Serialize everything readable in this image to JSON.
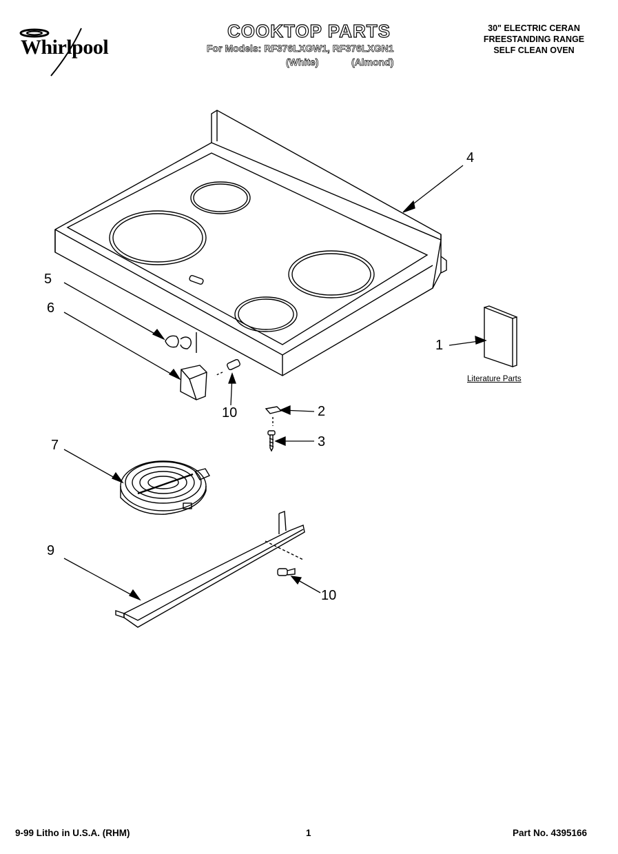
{
  "header": {
    "brand": "Whirlpool",
    "title": "COOKTOP PARTS",
    "models_line": "For Models: RF376LXGW1, RF376LXGN1",
    "variant_white": "(White)",
    "variant_almond": "(Almond)",
    "product_line1": "30\" ELECTRIC CERAN",
    "product_line2": "FREESTANDING RANGE",
    "product_line3": "SELF CLEAN OVEN"
  },
  "callouts": {
    "c1": "1",
    "c2": "2",
    "c3": "3",
    "c4": "4",
    "c5": "5",
    "c6": "6",
    "c7": "7",
    "c9": "9",
    "c10a": "10",
    "c10b": "10"
  },
  "literature_label": "Literature Parts",
  "footer": {
    "left": "9-99 Litho in U.S.A. (RHM)",
    "center": "1",
    "right": "Part No. 4395166"
  }
}
